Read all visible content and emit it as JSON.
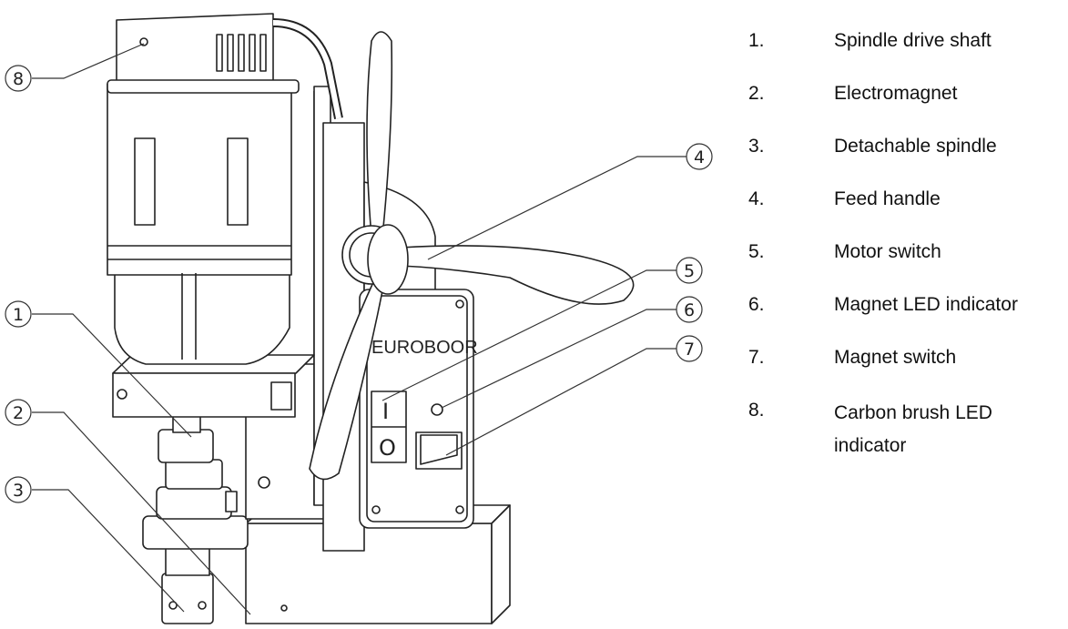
{
  "diagram": {
    "brand": "EUROBOOR",
    "switch_on_symbol": "I",
    "switch_off_symbol": "O",
    "callouts": [
      "1",
      "2",
      "3",
      "4",
      "5",
      "6",
      "7",
      "8"
    ]
  },
  "legend": {
    "items": [
      {
        "number": "1.",
        "label": "Spindle drive shaft"
      },
      {
        "number": "2.",
        "label": "Electromagnet"
      },
      {
        "number": "3.",
        "label": "Detachable spindle"
      },
      {
        "number": "4.",
        "label": "Feed handle"
      },
      {
        "number": "5.",
        "label": "Motor switch"
      },
      {
        "number": "6.",
        "label": "Magnet LED indicator"
      },
      {
        "number": "7.",
        "label": "Magnet switch"
      },
      {
        "number": "8.",
        "label": "Carbon brush LED indicator"
      }
    ]
  }
}
